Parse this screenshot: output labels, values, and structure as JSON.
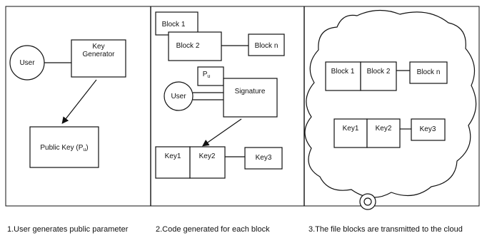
{
  "panel1": {
    "user": "User",
    "key_generator": [
      "Key",
      "Generator"
    ],
    "public_key": "Public Key (P",
    "public_key_sub": "u",
    "public_key_close": ")",
    "caption": "1.User generates public parameter"
  },
  "panel2": {
    "block1": "Block 1",
    "block2": "Block 2",
    "blockn": "Block n",
    "pu": "P",
    "pu_sub": "u",
    "user": "User",
    "signature": "Signature",
    "key1": "Key1",
    "key2": "Key2",
    "key3": "Key3",
    "caption": "2.Code generated for each block"
  },
  "panel3": {
    "block1": "Block 1",
    "block2": "Block 2",
    "blockn": "Block n",
    "key1": "Key1",
    "key2": "Key2",
    "key3": "Key3",
    "caption": "3.The file blocks are transmitted to the cloud"
  }
}
